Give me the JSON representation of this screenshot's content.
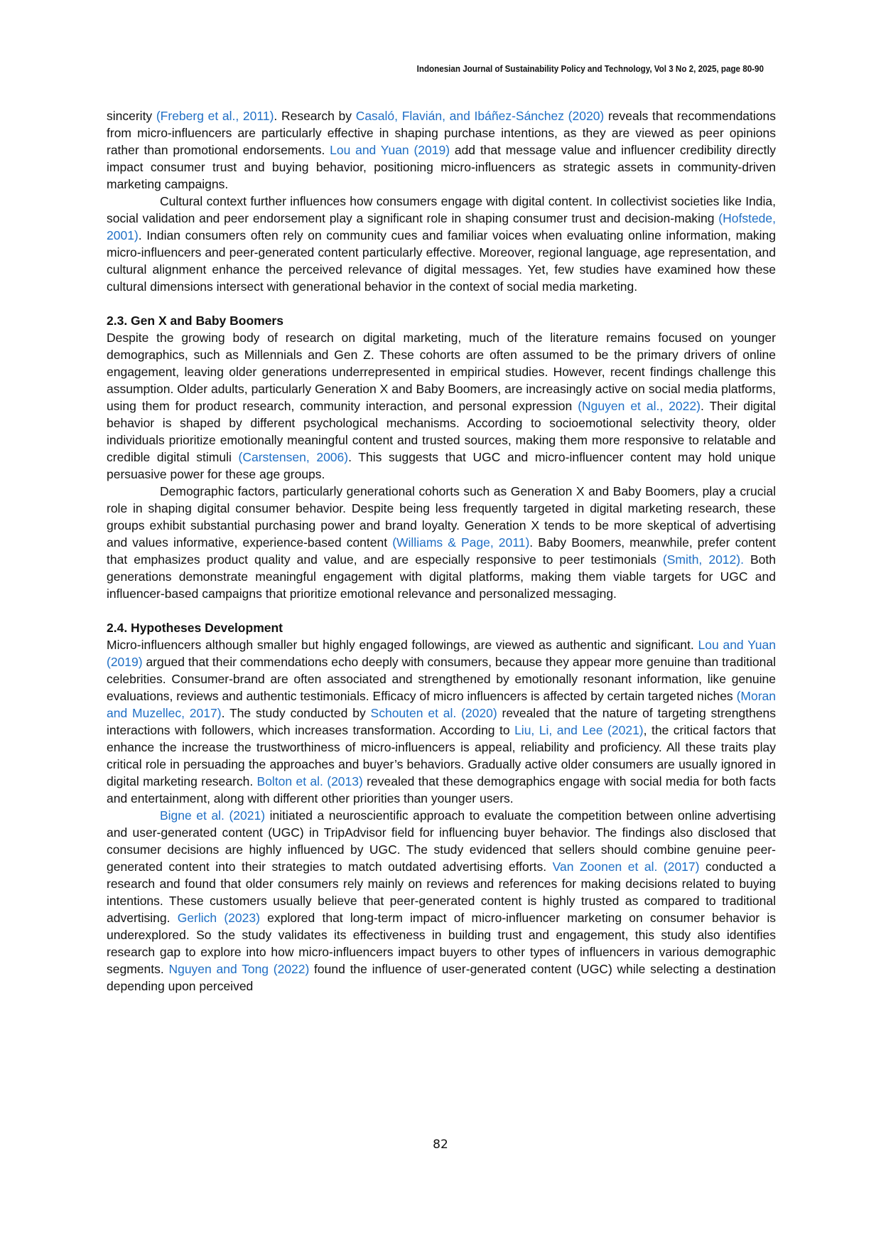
{
  "header": {
    "running_title": "Indonesian Journal of Sustainability Policy and Technology, Vol 3 No 2, 2025, page 80-90"
  },
  "paragraphs": {
    "p1": {
      "t1": "sincerity ",
      "c1": "(Freberg et al., 2011)",
      "t2": ". Research by ",
      "c2": "Casaló, Flavián, and Ibáñez-Sánchez (2020)",
      "t3": " reveals that recommendations from micro-influencers are particularly effective in shaping purchase intentions, as they are viewed as peer opinions rather than promotional endorsements. ",
      "c3": "Lou and Yuan (2019)",
      "t4": " add that message value and influencer credibility directly impact consumer trust and buying behavior, positioning micro-influencers as strategic assets in community-driven marketing campaigns."
    },
    "p2": {
      "t1": "Cultural context further influences how consumers engage with digital content. In collectivist societies like India, social validation and peer endorsement play a significant role in shaping consumer trust and decision-making ",
      "c1": "(Hofstede, 2001)",
      "t2": ". Indian consumers often rely on community cues and familiar voices when evaluating online information, making micro-influencers and peer-generated content particularly effective. Moreover, regional language, age representation, and cultural alignment enhance the perceived relevance of digital messages. Yet, few studies have examined how these cultural dimensions intersect with generational behavior in the context of social media marketing."
    },
    "s23_title": "2.3. Gen X and Baby Boomers",
    "p3": {
      "t1": "Despite the growing body of research on digital marketing, much of the literature remains focused on younger demographics, such as Millennials and Gen Z. These cohorts are often assumed to be the primary drivers of online engagement, leaving older generations underrepresented in empirical studies. However, recent findings challenge this assumption. Older adults, particularly Generation X and Baby Boomers, are increasingly active on social media platforms, using them for product research, community interaction, and personal expression ",
      "c1": "(Nguyen et al., 2022)",
      "t2": ". Their digital behavior is shaped by different psychological mechanisms. According to socioemotional selectivity theory, older individuals prioritize emotionally meaningful content and trusted sources, making them more responsive to relatable and credible digital stimuli ",
      "c2": "(Carstensen, 2006)",
      "t3": ". This suggests that UGC and micro-influencer content may hold unique persuasive power for these age groups."
    },
    "p4": {
      "t1": "Demographic factors, particularly generational cohorts such as Generation X and Baby Boomers, play a crucial role in shaping digital consumer behavior. Despite being less frequently targeted in digital marketing research, these groups exhibit substantial purchasing power and brand loyalty. Generation X tends to be more skeptical of advertising and values informative, experience-based content ",
      "c1": "(Williams & Page, 2011)",
      "t2": ". Baby Boomers, meanwhile, prefer content that emphasizes product quality and value, and are especially responsive to peer testimonials ",
      "c2": "(Smith, 2012).",
      "t3": " Both generations demonstrate meaningful engagement with digital platforms, making them viable targets for UGC and influencer-based campaigns that prioritize emotional relevance and personalized messaging."
    },
    "s24_title": "2.4. Hypotheses Development",
    "p5": {
      "t1": "Micro-influencers although smaller but highly engaged followings, are viewed as authentic and significant. ",
      "c1": "Lou and Yuan (2019)",
      "t2": " argued that their commendations echo deeply with consumers, because they appear more genuine than traditional celebrities.  Consumer-brand are often associated and strengthened by emotionally resonant information, like genuine evaluations, reviews and authentic testimonials. Efficacy of micro influencers is affected by certain targeted niches ",
      "c2": "(Moran and Muzellec, 2017)",
      "t3": ". The study conducted by ",
      "c3": "Schouten et al. (2020)",
      "t4": " revealed that the nature of targeting strengthens interactions with followers, which increases transformation. According to ",
      "c4": "Liu, Li, and Lee (2021)",
      "t5": ", the critical factors that enhance the increase the trustworthiness of micro-influencers is appeal, reliability and proficiency. All these traits play critical role in persuading the approaches and buyer’s behaviors. Gradually active older consumers are usually ignored in digital marketing research. ",
      "c5": "Bolton et al. (2013)",
      "t6": " revealed that these demographics engage with social media for both facts and entertainment, along with different other priorities than younger users."
    },
    "p6": {
      "c1": "Bigne et al. (2021)",
      "t1": " initiated a neuroscientific approach to evaluate the competition between online advertising and user-generated content (UGC) in TripAdvisor field for influencing buyer behavior. The findings also disclosed that consumer decisions are highly influenced by UGC. The study evidenced that sellers should combine genuine peer-generated content into their strategies to match outdated advertising efforts. ",
      "c2": "Van Zoonen et al. (2017)",
      "t2": " conducted a research and found that older consumers rely mainly on reviews and references for making decisions related to buying intentions. These customers usually believe that peer-generated content is highly trusted as compared to traditional advertising. ",
      "c3": "Gerlich (2023)",
      "t3": " explored that long-term impact of micro-influencer marketing on consumer behavior is underexplored. So the study validates its effectiveness in building trust and engagement, this study also identifies research gap to explore into how micro-influencers impact buyers to other types of influencers in various demographic segments. ",
      "c4": "Nguyen and Tong (2022)",
      "t4": " found the influence of user-generated content (UGC) while selecting a destination depending upon perceived"
    }
  },
  "footer": {
    "page_number": "82"
  },
  "colors": {
    "citation": "#1f6fc5",
    "text": "#111111"
  }
}
